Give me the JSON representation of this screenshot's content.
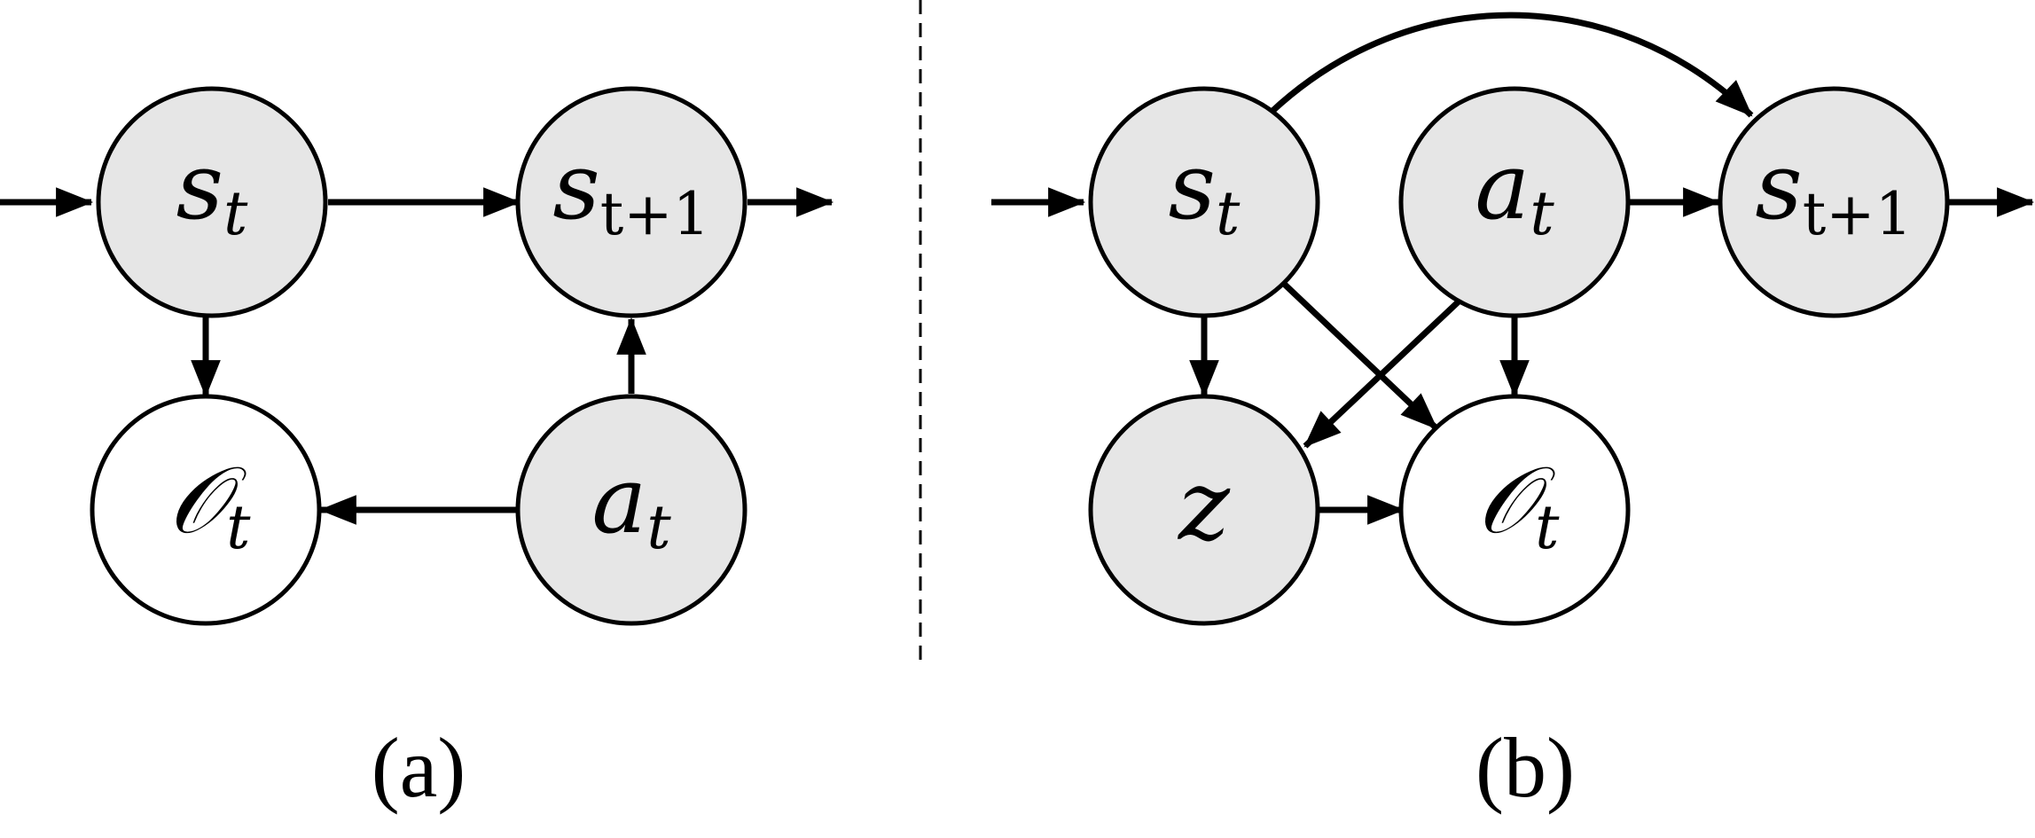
{
  "colors": {
    "observed_fill": "#e6e6e6",
    "latent_fill": "#ffffff",
    "stroke": "#000000"
  },
  "panel_a": {
    "caption": "(a)",
    "nodes": {
      "s_t": {
        "base": "s",
        "sub": "t",
        "observed": true
      },
      "s_t1": {
        "base": "s",
        "sub": "t+1",
        "observed": true
      },
      "O_t": {
        "base": "𝒪",
        "sub": "t",
        "observed": false
      },
      "a_t": {
        "base": "a",
        "sub": "t",
        "observed": true
      }
    }
  },
  "panel_b": {
    "caption": "(b)",
    "nodes": {
      "s_t": {
        "base": "s",
        "sub": "t",
        "observed": true
      },
      "a_t": {
        "base": "a",
        "sub": "t",
        "observed": true
      },
      "s_t1": {
        "base": "s",
        "sub": "t+1",
        "observed": true
      },
      "z": {
        "base": "z",
        "sub": "",
        "observed": true
      },
      "O_t": {
        "base": "𝒪",
        "sub": "t",
        "observed": false
      }
    }
  }
}
